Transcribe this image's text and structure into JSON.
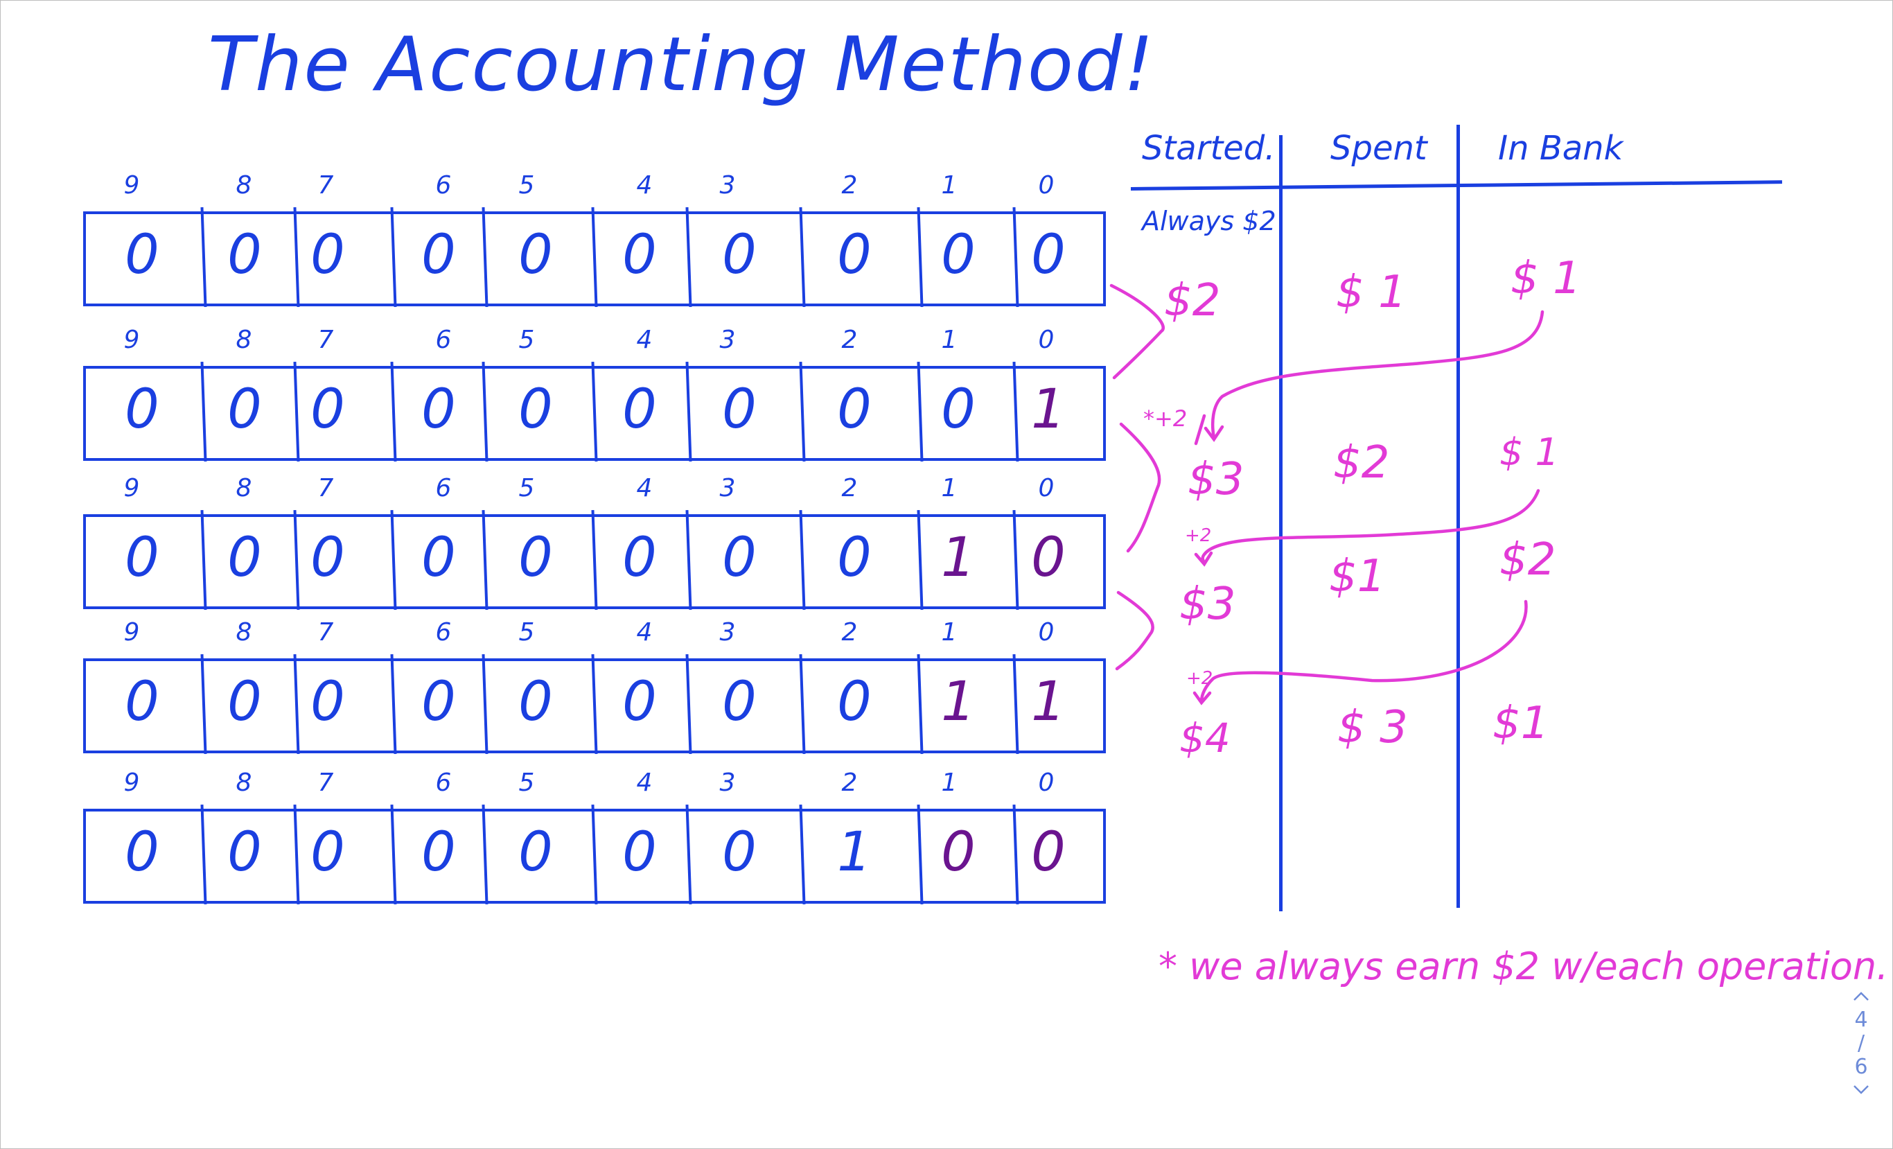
{
  "title": "The Accounting Method!",
  "bit_indices": [
    "9",
    "8",
    "7",
    "6",
    "5",
    "4",
    "3",
    "2",
    "1",
    "0"
  ],
  "counter_rows": [
    {
      "bits": [
        "0",
        "0",
        "0",
        "0",
        "0",
        "0",
        "0",
        "0",
        "0",
        "0"
      ],
      "highlight": []
    },
    {
      "bits": [
        "0",
        "0",
        "0",
        "0",
        "0",
        "0",
        "0",
        "0",
        "0",
        "1"
      ],
      "highlight": [
        9
      ]
    },
    {
      "bits": [
        "0",
        "0",
        "0",
        "0",
        "0",
        "0",
        "0",
        "0",
        "1",
        "0"
      ],
      "highlight": [
        8,
        9
      ]
    },
    {
      "bits": [
        "0",
        "0",
        "0",
        "0",
        "0",
        "0",
        "0",
        "0",
        "1",
        "1"
      ],
      "highlight": [
        8,
        9
      ]
    },
    {
      "bits": [
        "0",
        "0",
        "0",
        "0",
        "0",
        "0",
        "0",
        "1",
        "0",
        "0"
      ],
      "highlight": [
        8,
        9
      ]
    }
  ],
  "table": {
    "headers": {
      "started": "Started.",
      "spent": "Spent",
      "in_bank": "In Bank"
    },
    "started_note": "Always $2",
    "rows": [
      {
        "started": "$2",
        "spent": "$ 1",
        "bank": "$ 1"
      },
      {
        "started": "$3",
        "spent": "$2",
        "bank": "$ 1"
      },
      {
        "started": "$3",
        "spent": "$1",
        "bank": "$2"
      },
      {
        "started": "$4",
        "spent": "$ 3",
        "bank": "$1"
      }
    ],
    "transfer_labels": [
      "*+2",
      "+2",
      "+2"
    ]
  },
  "footnote": "* we always earn $2 w/each operation.",
  "pager": {
    "current": "4",
    "separator": "/",
    "total": "6"
  },
  "colors": {
    "ink_blue": "#1a3fe0",
    "ink_pink": "#e23ad6",
    "ink_purple": "#6a148f"
  },
  "icons": {
    "prev": "chevron-up-icon",
    "next": "chevron-down-icon"
  }
}
